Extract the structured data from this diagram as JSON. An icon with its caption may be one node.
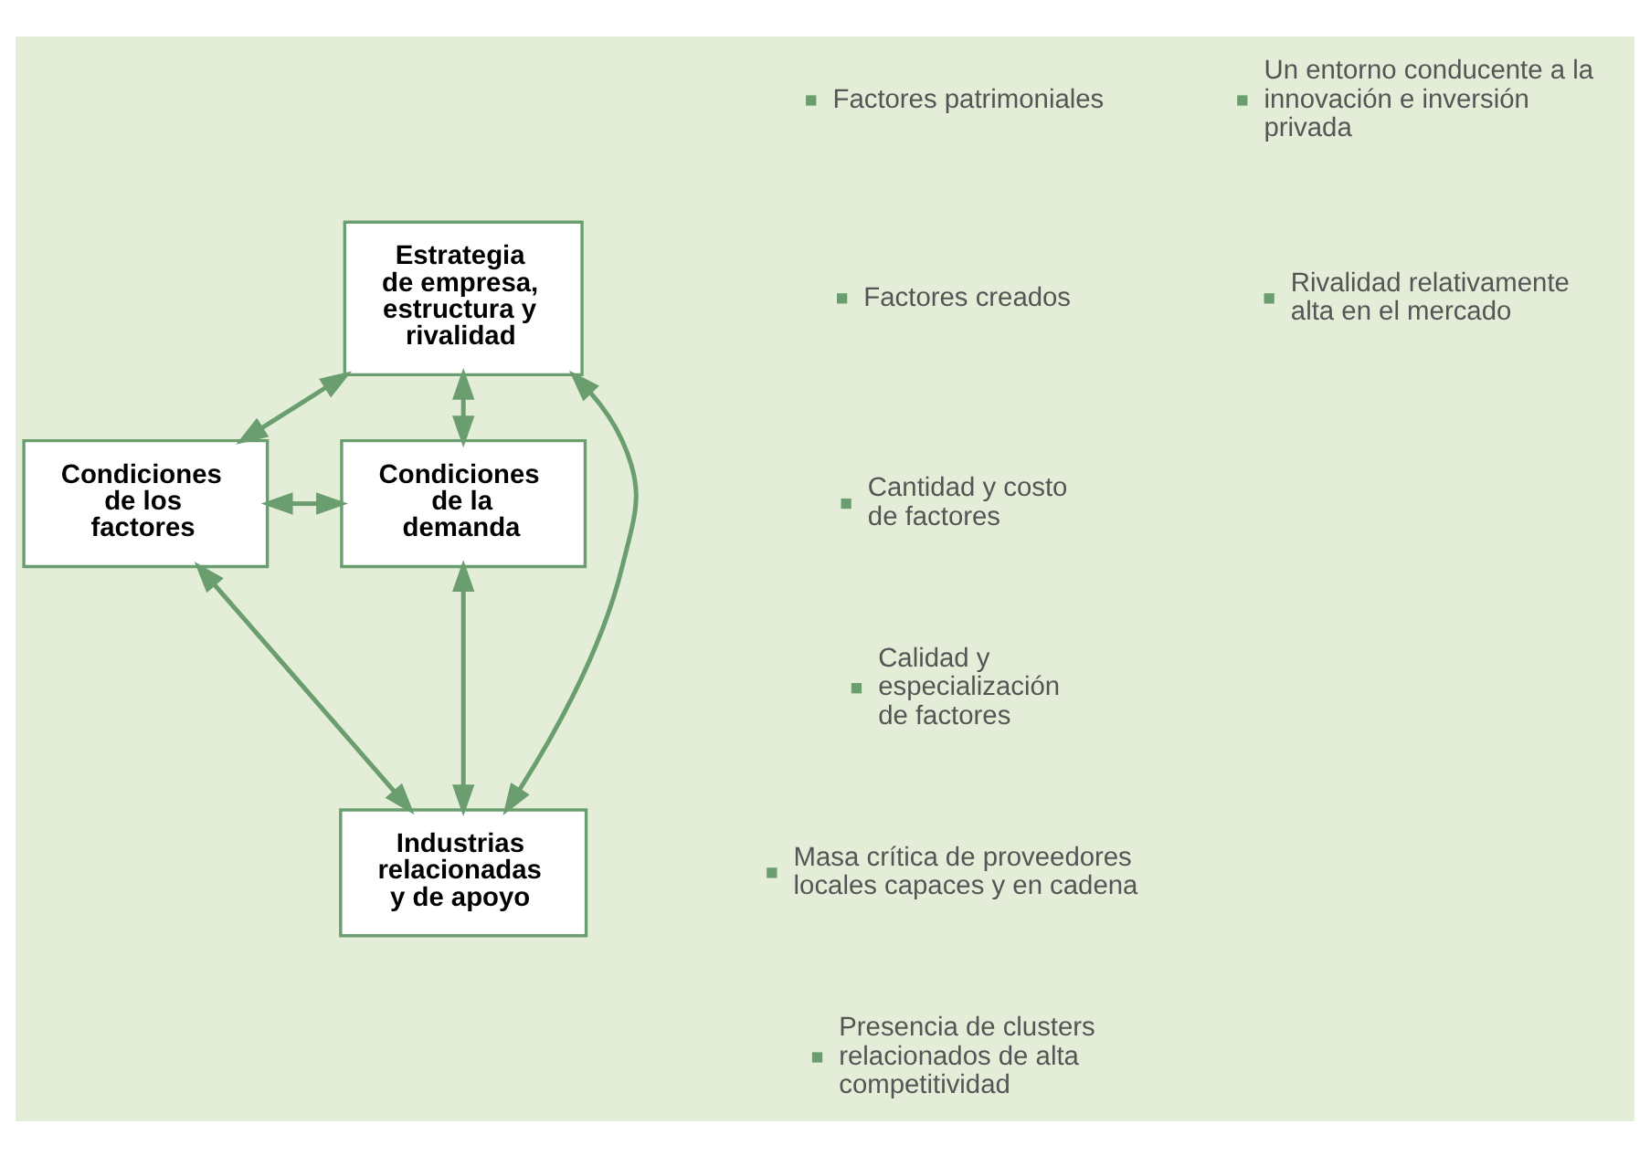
{
  "diagram": {
    "nodes": [
      {
        "text": [
          "Estrategia de empresa, estructura y rivalidad"
        ]
      },
      {
        "text": [
          "Condiciones de los factores"
        ]
      },
      {
        "text": [
          "Condiciones de la demanda"
        ]
      },
      {
        "text": [
          "Industrias relacionadas y de apoyo"
        ]
      }
    ],
    "edges": [
      {
        "from": 0,
        "to": 1,
        "arrow": "both"
      },
      {
        "from": 0,
        "to": 2,
        "arrow": "both"
      },
      {
        "from": 0,
        "to": 3,
        "arrow": "both"
      },
      {
        "from": 1,
        "to": 2,
        "arrow": "both"
      },
      {
        "from": 1,
        "to": 3,
        "arrow": "both"
      },
      {
        "from": 2,
        "to": 3,
        "arrow": "both"
      }
    ],
    "labels": [
      "Factores patrimoniales",
      "Factores creados",
      "Un entorno conducente a la innovación e inversión privada",
      "Rivalidad relativamente alta en el mercado",
      "Cantidad y costo de factores",
      "Calidad y especialización de factores",
      "Masa crítica de proveedores locales capaces y en cadena",
      "Presencia de clusters relacionados de alta competitividad"
    ]
  }
}
